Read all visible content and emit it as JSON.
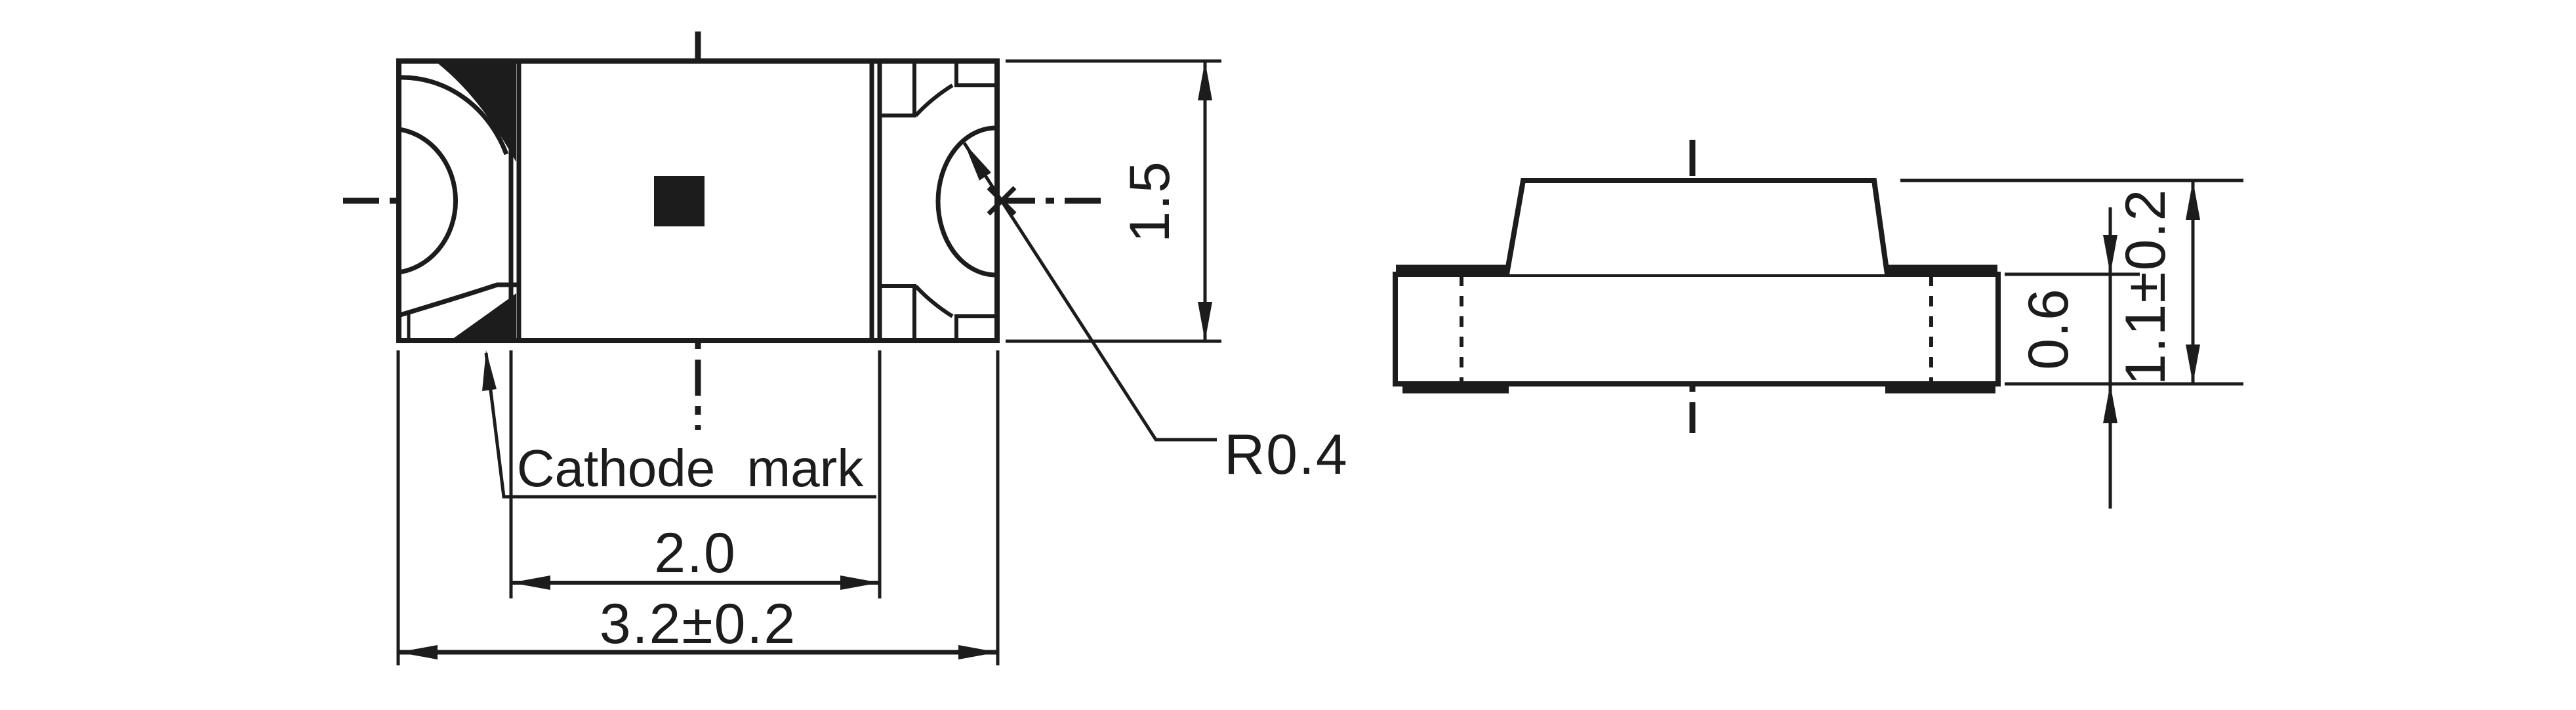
{
  "colors": {
    "bg": "#ffffff",
    "ink": "#1c1c1c"
  },
  "top_view": {
    "cathode_label": "Cathode mark",
    "dim_inner_width": "2.0",
    "dim_overall_width": "3.2±0.2",
    "dim_height": "1.5",
    "dim_notch_radius": "R0.4"
  },
  "side_view": {
    "dim_base_height": "0.6",
    "dim_total_height": "1.1±0.2"
  }
}
